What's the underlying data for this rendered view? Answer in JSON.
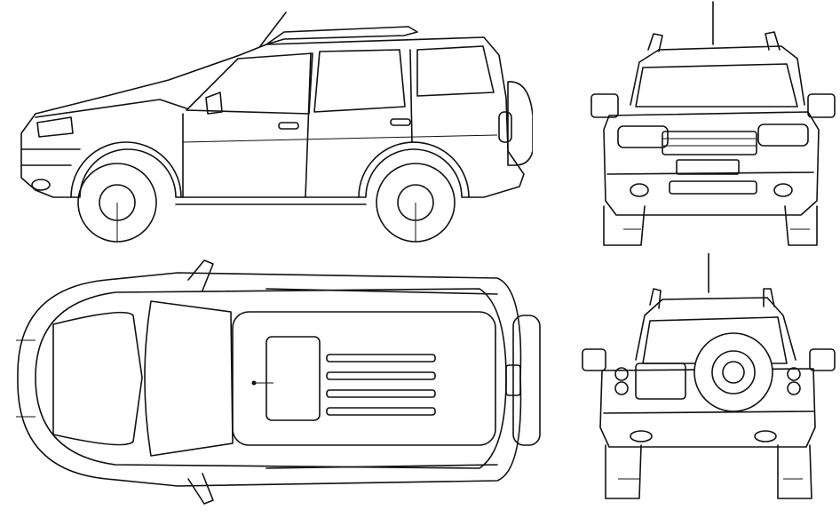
{
  "drawing": {
    "views": [
      {
        "id": "side",
        "icon": "side-view-outline"
      },
      {
        "id": "front",
        "icon": "front-view-outline"
      },
      {
        "id": "top",
        "icon": "top-view-outline"
      },
      {
        "id": "rear",
        "icon": "rear-view-outline"
      }
    ],
    "line_color": "#111111",
    "background_color": "#ffffff"
  }
}
